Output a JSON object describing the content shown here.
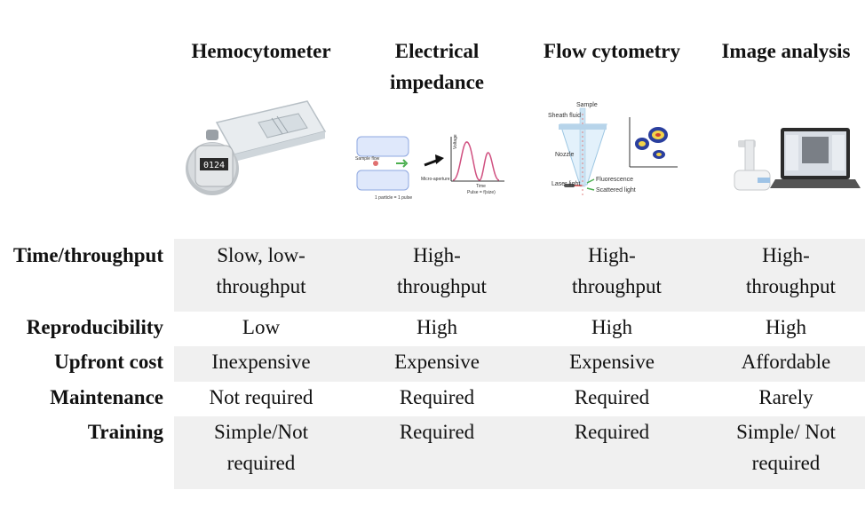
{
  "columns": [
    {
      "label": "Hemocytometer",
      "icon": "hemocytometer-icon"
    },
    {
      "label": "Electrical impedance",
      "icon": "impedance-icon"
    },
    {
      "label": "Flow cytometry",
      "icon": "flow-cytometer-icon"
    },
    {
      "label": "Image analysis",
      "icon": "image-analyzer-icon"
    }
  ],
  "illustration_labels": {
    "hemocytometer": {
      "counter": "0124"
    },
    "impedance": {
      "sample_flow": "Sample flow",
      "micro_aperture": "Micro-aperture",
      "voltage": "Voltage",
      "time": "Time",
      "pulse": "Pulse = f(size)",
      "caption": "1 particle = 1 pulse"
    },
    "flow": {
      "sample": "Sample",
      "sheath": "Sheath fluid",
      "nozzle": "Nozzle",
      "fluorescence": "Fluorescence",
      "laser": "Laser light",
      "scattered": "Scattered light"
    }
  },
  "rows": [
    {
      "label": "Time/throughput",
      "cells": [
        "Slow, low-throughput",
        "High-throughput",
        "High-throughput",
        "High-throughput"
      ]
    },
    {
      "label": "Reproducibility",
      "cells": [
        "Low",
        "High",
        "High",
        "High"
      ]
    },
    {
      "label": "Upfront cost",
      "cells": [
        "Inexpensive",
        "Expensive",
        "Expensive",
        "Affordable"
      ]
    },
    {
      "label": "Maintenance",
      "cells": [
        "Not required",
        "Required",
        "Required",
        "Rarely"
      ]
    },
    {
      "label": "Training",
      "cells": [
        "Simple/Not required",
        "Required",
        "Required",
        "Simple/ Not required"
      ]
    }
  ]
}
